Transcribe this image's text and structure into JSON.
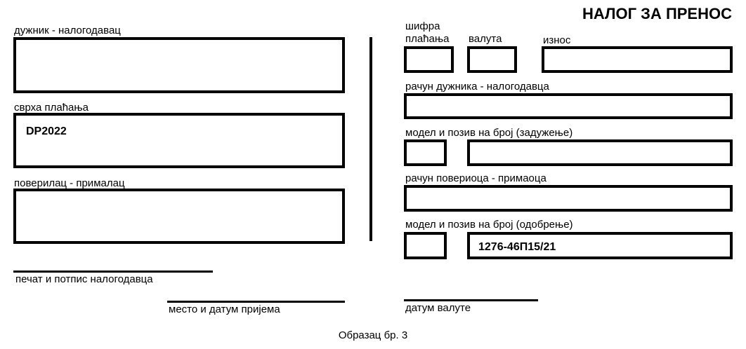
{
  "form": {
    "title": "НАЛОГ ЗА ПРЕНОС",
    "form_number": "Образац бр. 3"
  },
  "left": {
    "debtor_label": "дужник - налогодавац",
    "debtor_value": "",
    "purpose_label": "сврха плаћања",
    "purpose_value": "DP2022",
    "creditor_label": "поверилац - прималац",
    "creditor_value": ""
  },
  "right": {
    "payment_code_label_1": "шифра",
    "payment_code_label_2": "плаћања",
    "currency_label": "валута",
    "amount_label": "износ",
    "debtor_account_label": "рачун дужника - налогодавца",
    "debit_ref_label": "модел и позив на број (задужење)",
    "creditor_account_label": "рачун повериоца - примаоца",
    "credit_ref_label": "модел и позив на број (одобрење)",
    "credit_ref_value": "1276-46П15/21"
  },
  "signatures": {
    "stamp_label": "печат и потпис налогодавца",
    "place_date_label": "место и датум пријема",
    "value_date_label": "датум валуте"
  }
}
